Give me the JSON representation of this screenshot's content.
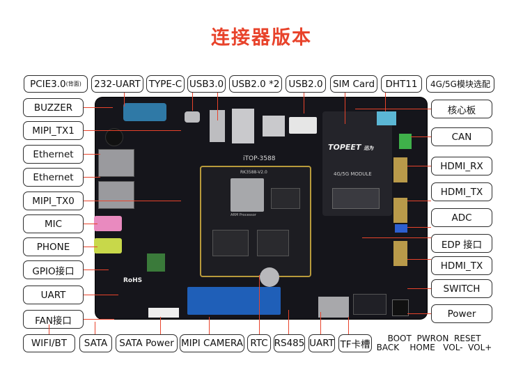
{
  "title": "连接器版本",
  "top_labels": [
    {
      "text": "PCIE3.0",
      "suffix": "(背面)"
    },
    {
      "text": "232-UART"
    },
    {
      "text": "TYPE-C"
    },
    {
      "text": "USB3.0"
    },
    {
      "text": "USB2.0 *2"
    },
    {
      "text": "USB2.0"
    },
    {
      "text": "SIM Card"
    },
    {
      "text": "DHT11"
    },
    {
      "text": "4G/5G模块选配"
    }
  ],
  "left_labels": [
    "BUZZER",
    "MIPI_TX1",
    "Ethernet",
    "Ethernet",
    "MIPI_TX0",
    "MIC",
    "PHONE",
    "GPIO接口",
    "UART",
    "FAN接口"
  ],
  "right_labels": [
    "核心板",
    "CAN",
    "HDMI_RX",
    "HDMI_TX",
    "ADC",
    "EDP 接口",
    "HDMI_TX",
    "SWITCH",
    "Power"
  ],
  "bottom_labels": [
    "WIFI/BT",
    "SATA",
    "SATA Power",
    "MIPI CAMERA",
    "RTC",
    "RS485",
    "UART",
    "TF卡槽"
  ],
  "bottom_buttons": {
    "line1": "BOOT  PWRON  RESET",
    "line2": "BACK    HOME   VOL-  VOL+"
  },
  "board_text": {
    "core_label": "iTOP-3588",
    "chip_label": "RK3588-V2.0",
    "brand": "TOPEET",
    "brand_cn": "迅为",
    "module": "4G/5G MODULE",
    "rohs": "RoHS",
    "arm": "ARM Processor"
  }
}
